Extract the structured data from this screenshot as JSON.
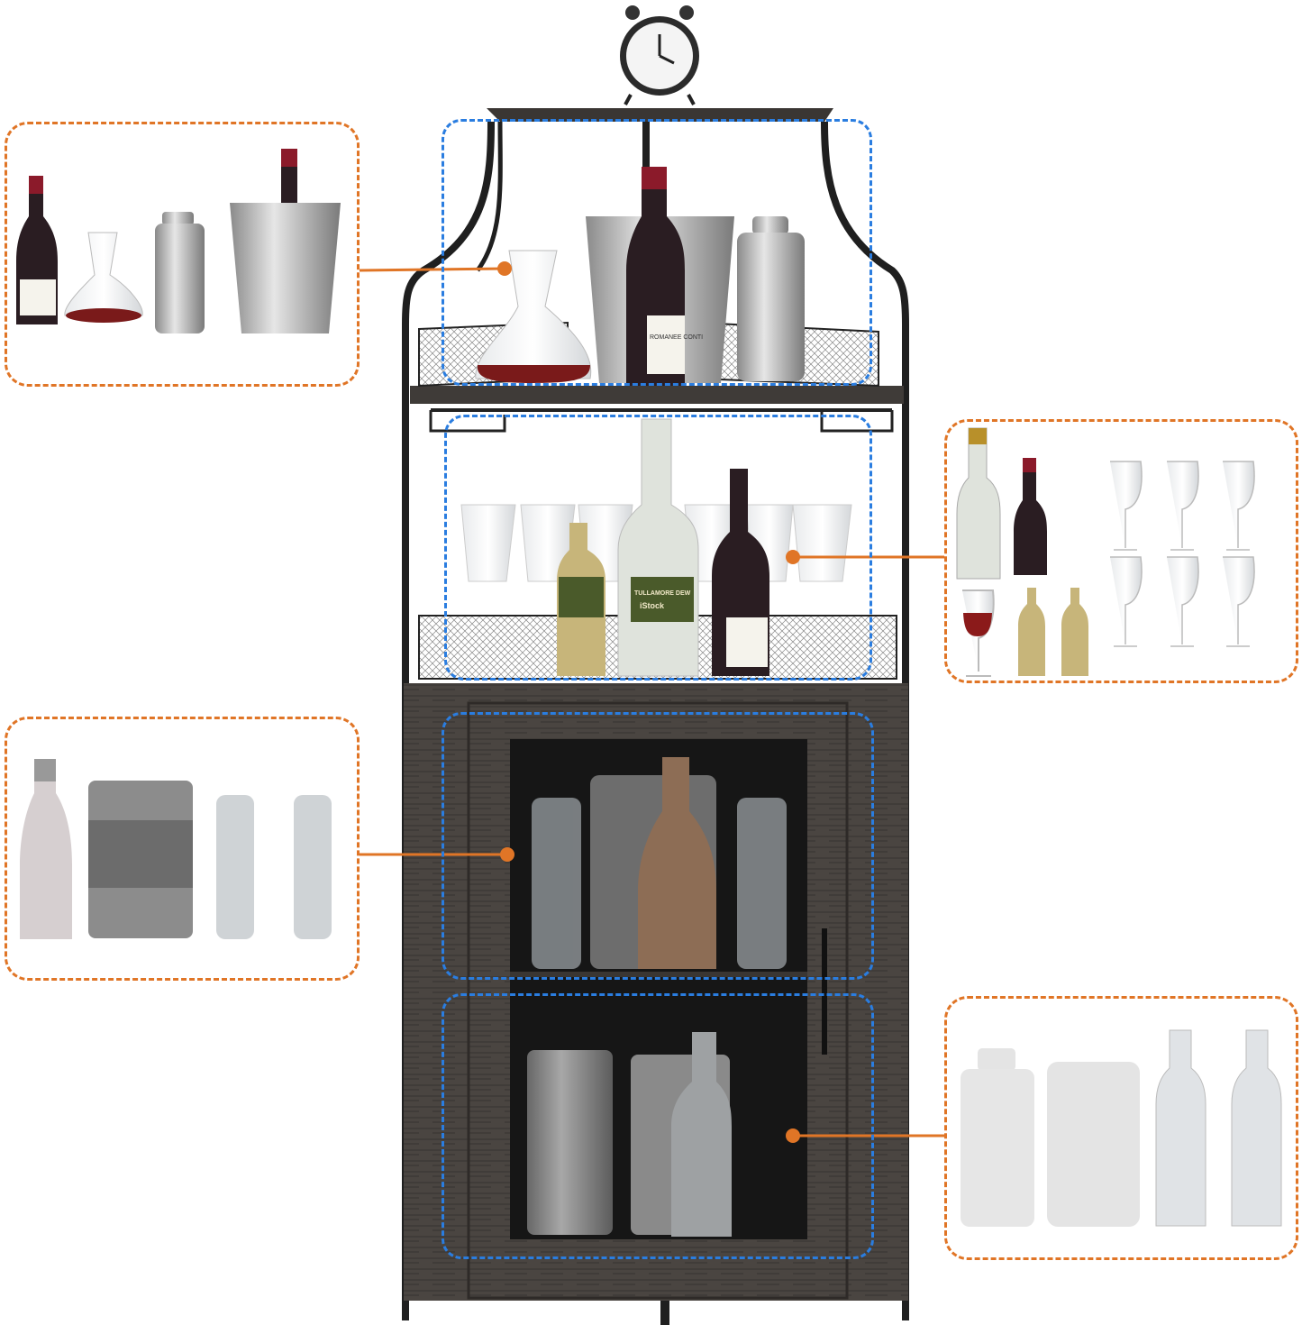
{
  "colors": {
    "callout_orange": "#e07526",
    "zone_blue": "#2a7de0",
    "cabinet_wood": "#4a4541",
    "frame_black": "#1f1f1f"
  },
  "product_lettering": {
    "wine_label": "ROMANEE CONTI",
    "whiskey_label": "TULLAMORE DEW",
    "watermark": "iStock"
  },
  "callouts": [
    {
      "zone": "top-shelf",
      "items": [
        "wine-bottle",
        "decanter",
        "cocktail-shaker",
        "ice-bucket"
      ]
    },
    {
      "zone": "glass-rack-shelf",
      "items": [
        "liquor-bottle",
        "wine-bottle",
        "wine-glasses",
        "red-wine-glass",
        "whiskey-bottles"
      ]
    },
    {
      "zone": "cabinet-upper",
      "items": [
        "champagne-bottle",
        "metal-canister",
        "water-bottle",
        "water-bottle"
      ]
    },
    {
      "zone": "cabinet-lower",
      "items": [
        "shaker",
        "canister",
        "water-bottle",
        "water-bottle"
      ]
    }
  ]
}
